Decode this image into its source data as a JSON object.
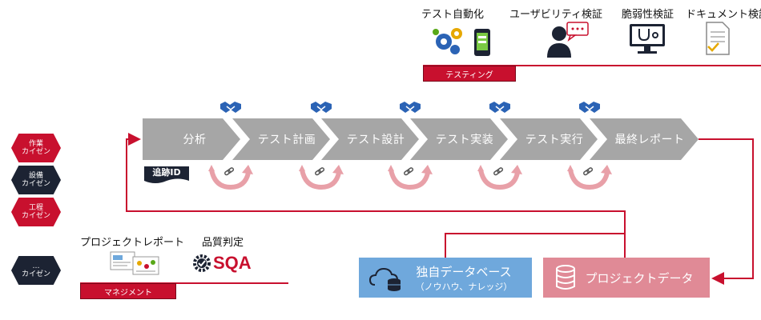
{
  "testing": {
    "items": [
      {
        "label": "テスト自動化",
        "icon": "gears-smartphone-icon"
      },
      {
        "label": "ユーザビリティ検証",
        "icon": "user-speech-icon"
      },
      {
        "label": "脆弱性検証",
        "icon": "monitor-stethoscope-icon"
      },
      {
        "label": "ドキュメント検証",
        "icon": "document-check-icon"
      }
    ],
    "tag": "テスティング"
  },
  "process": {
    "steps": [
      "分析",
      "テスト計画",
      "テスト設計",
      "テスト実装",
      "テスト実行",
      "最終レポート"
    ],
    "trace_label": "追跡ID"
  },
  "kaizen": [
    {
      "line1": "作業",
      "line2": "カイゼン",
      "color": "#c8102e"
    },
    {
      "line1": "設備",
      "line2": "カイゼン",
      "color": "#1c2333"
    },
    {
      "line1": "工程",
      "line2": "カイゼン",
      "color": "#c8102e"
    },
    {
      "line1": "…",
      "line2": "カイゼン",
      "color": "#1c2333"
    }
  ],
  "management": {
    "report_label": "プロジェクトレポート",
    "quality_label": "品質判定",
    "sqa_logo": "SQA",
    "tag": "マネジメント"
  },
  "databases": {
    "own_db": {
      "title": "独自データベース",
      "subtitle": "（ノウハウ、ナレッジ）",
      "color": "#6fa8dc"
    },
    "project_data": {
      "title": "プロジェクトデータ",
      "color": "#e08a96"
    }
  },
  "colors": {
    "accent": "#c8102e",
    "chevron": "#a6a6a6",
    "navy": "#1c2333"
  }
}
